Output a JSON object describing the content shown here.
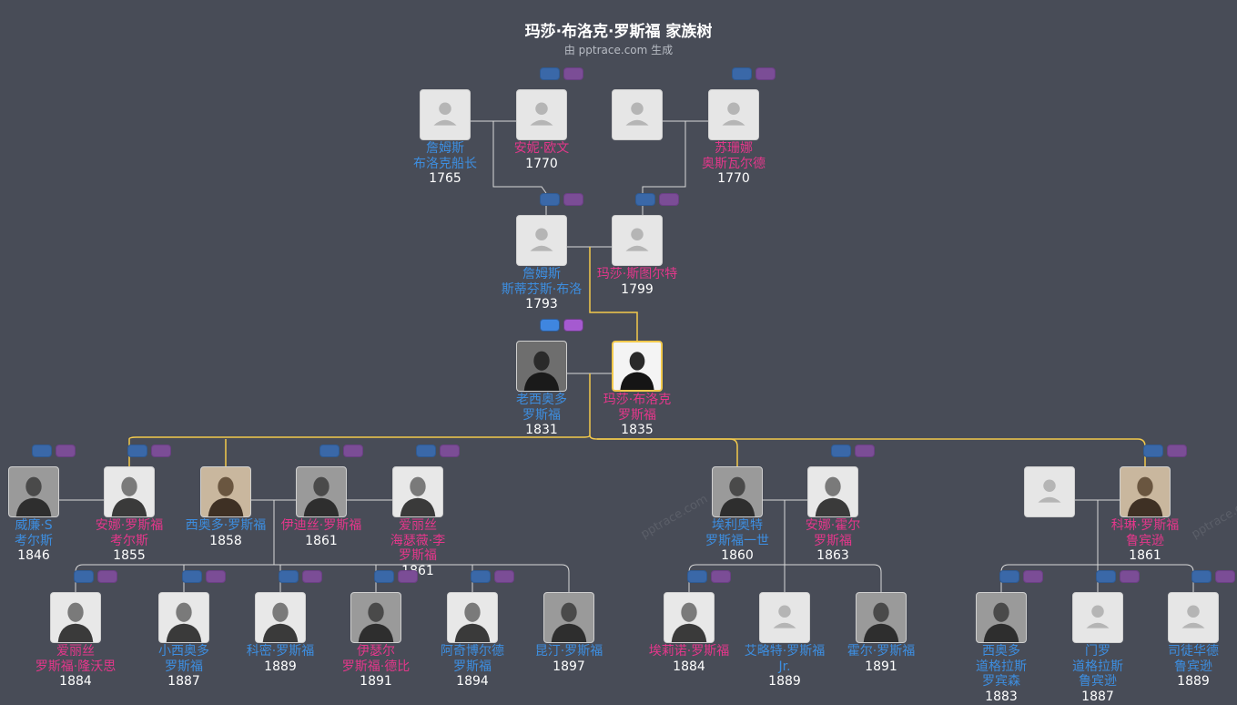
{
  "title": "玛莎·布洛克·罗斯福 家族树",
  "subtitle": "由 pptrace.com 生成",
  "watermark": "pptrace.com",
  "colors": {
    "background": "#484c57",
    "male": "#3d8ee0",
    "female": "#e4378b",
    "focus_line": "#f2c94c",
    "line": "#d9d9d9"
  },
  "people": [
    {
      "id": "p1",
      "lines": [
        "詹姆斯",
        "布洛克船长"
      ],
      "year": "1765",
      "gender": "m",
      "photo": "placeholder"
    },
    {
      "id": "p2",
      "lines": [
        "安妮·欧文"
      ],
      "year": "1770",
      "gender": "f",
      "photo": "placeholder"
    },
    {
      "id": "p3",
      "lines": [],
      "year": "",
      "gender": "m",
      "photo": "placeholder"
    },
    {
      "id": "p4",
      "lines": [
        "苏珊娜",
        "奥斯瓦尔德"
      ],
      "year": "1770",
      "gender": "f",
      "photo": "placeholder"
    },
    {
      "id": "p5",
      "lines": [
        "詹姆斯",
        "斯蒂芬斯·布洛"
      ],
      "year": "1793",
      "gender": "m",
      "photo": "placeholder"
    },
    {
      "id": "p6",
      "lines": [
        "玛莎·斯图尔特"
      ],
      "year": "1799",
      "gender": "f",
      "photo": "placeholder"
    },
    {
      "id": "p7",
      "lines": [
        "老西奥多",
        "罗斯福"
      ],
      "year": "1831",
      "gender": "m",
      "photo": "portrait-dark"
    },
    {
      "id": "p8",
      "lines": [
        "玛莎·布洛克",
        "罗斯福"
      ],
      "year": "1835",
      "gender": "f",
      "photo": "portrait-focus"
    },
    {
      "id": "p9",
      "lines": [
        "威廉·S",
        "考尔斯"
      ],
      "year": "1846",
      "gender": "m",
      "photo": "portrait-gray"
    },
    {
      "id": "p10",
      "lines": [
        "安娜·罗斯福",
        "考尔斯"
      ],
      "year": "1855",
      "gender": "f",
      "photo": "portrait-light"
    },
    {
      "id": "p11",
      "lines": [
        "西奥多·罗斯福"
      ],
      "year": "1858",
      "gender": "m",
      "photo": "portrait-sepia"
    },
    {
      "id": "p12",
      "lines": [
        "伊迪丝·罗斯福"
      ],
      "year": "1861",
      "gender": "f",
      "photo": "portrait-gray"
    },
    {
      "id": "p13",
      "lines": [
        "爱丽丝",
        "海瑟薇·李",
        "罗斯福"
      ],
      "year": "1861",
      "gender": "f",
      "photo": "portrait-light"
    },
    {
      "id": "p14",
      "lines": [
        "埃利奥特",
        "罗斯福一世"
      ],
      "year": "1860",
      "gender": "m",
      "photo": "portrait-gray"
    },
    {
      "id": "p15",
      "lines": [
        "安娜·霍尔",
        "罗斯福"
      ],
      "year": "1863",
      "gender": "f",
      "photo": "portrait-light"
    },
    {
      "id": "p16",
      "lines": [],
      "year": "",
      "gender": "m",
      "photo": "placeholder"
    },
    {
      "id": "p17",
      "lines": [
        "科琳·罗斯福",
        "鲁宾逊"
      ],
      "year": "1861",
      "gender": "f",
      "photo": "portrait-sepia"
    },
    {
      "id": "p18",
      "lines": [
        "爱丽丝",
        "罗斯福·隆沃思"
      ],
      "year": "1884",
      "gender": "f",
      "photo": "portrait-light"
    },
    {
      "id": "p19",
      "lines": [
        "小西奥多",
        "罗斯福"
      ],
      "year": "1887",
      "gender": "m",
      "photo": "portrait-light"
    },
    {
      "id": "p20",
      "lines": [
        "科密·罗斯福"
      ],
      "year": "1889",
      "gender": "m",
      "photo": "portrait-light"
    },
    {
      "id": "p21",
      "lines": [
        "伊瑟尔",
        "罗斯福·德比"
      ],
      "year": "1891",
      "gender": "f",
      "photo": "portrait-gray"
    },
    {
      "id": "p22",
      "lines": [
        "阿奇博尔德",
        "罗斯福"
      ],
      "year": "1894",
      "gender": "m",
      "photo": "portrait-light"
    },
    {
      "id": "p23",
      "lines": [
        "昆汀·罗斯福"
      ],
      "year": "1897",
      "gender": "m",
      "photo": "portrait-gray"
    },
    {
      "id": "p24",
      "lines": [
        "埃莉诺·罗斯福"
      ],
      "year": "1884",
      "gender": "f",
      "photo": "portrait-light"
    },
    {
      "id": "p25",
      "lines": [
        "艾略特·罗斯福",
        "Jr."
      ],
      "year": "1889",
      "gender": "m",
      "photo": "placeholder"
    },
    {
      "id": "p26",
      "lines": [
        "霍尔·罗斯福"
      ],
      "year": "1891",
      "gender": "m",
      "photo": "portrait-gray"
    },
    {
      "id": "p27",
      "lines": [
        "西奥多",
        "道格拉斯",
        "罗宾森"
      ],
      "year": "1883",
      "gender": "m",
      "photo": "portrait-gray"
    },
    {
      "id": "p28",
      "lines": [
        "门罗",
        "道格拉斯",
        "鲁宾逊"
      ],
      "year": "1887",
      "gender": "m",
      "photo": "placeholder"
    },
    {
      "id": "p29",
      "lines": [
        "司徒华德",
        "鲁宾逊"
      ],
      "year": "1889",
      "gender": "m",
      "photo": "placeholder"
    }
  ]
}
